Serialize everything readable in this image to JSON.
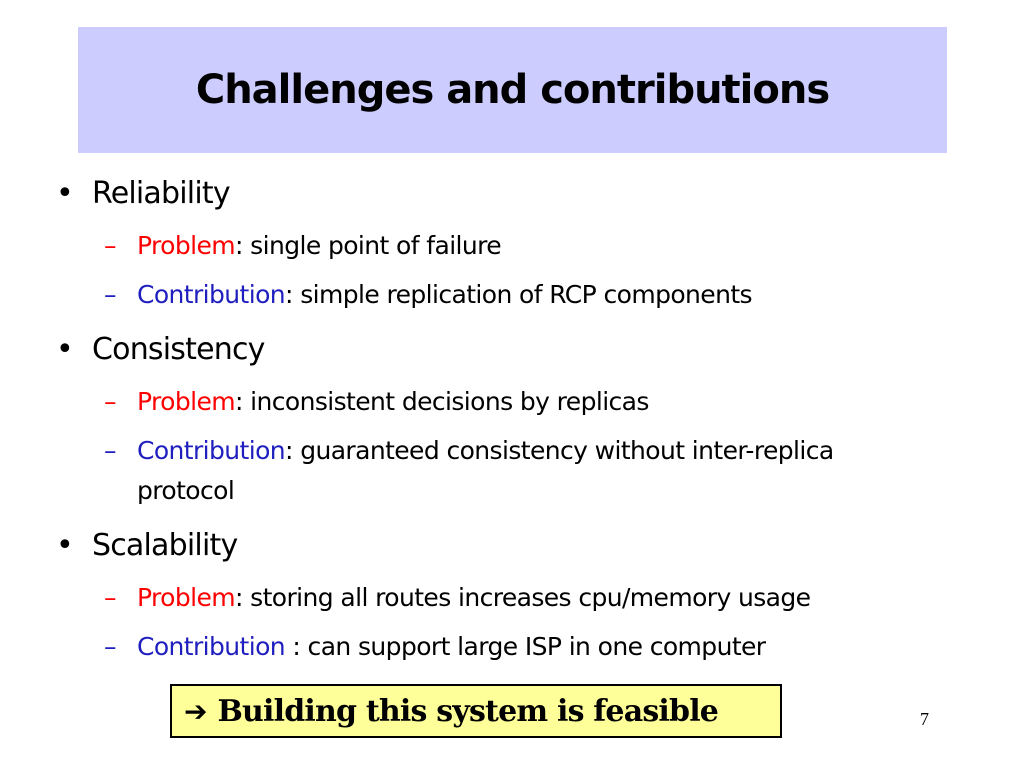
{
  "slide": {
    "title": "Challenges and contributions",
    "page_number": "7",
    "bullet_marker": "•",
    "dash_marker": "–",
    "colors": {
      "title_background": "#ccccff",
      "problem": "#ff0000",
      "contribution": "#1f1fbf",
      "conclusion_background": "#ffff99"
    },
    "sections": [
      {
        "heading": "Reliability",
        "problem_label": "Problem",
        "problem_text": ": single point of failure",
        "contribution_label": "Contribution",
        "contribution_text": ": simple replication of RCP components"
      },
      {
        "heading": "Consistency",
        "problem_label": "Problem",
        "problem_text": ": inconsistent decisions by replicas",
        "contribution_label": "Contribution",
        "contribution_text": ": guaranteed consistency without inter-replica",
        "contribution_text_continued": "protocol"
      },
      {
        "heading": "Scalability",
        "problem_label": "Problem",
        "problem_text": ": storing all routes increases cpu/memory usage",
        "contribution_label": "Contribution",
        "contribution_text": " : can support large ISP in one computer"
      }
    ],
    "conclusion": {
      "arrow_icon": "right-arrow-icon",
      "arrow_glyph": "➔",
      "text": "Building this system is feasible"
    }
  }
}
